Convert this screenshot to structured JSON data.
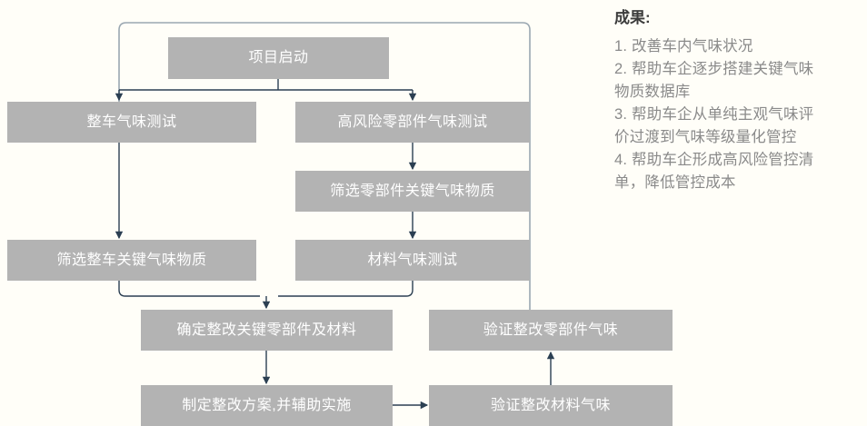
{
  "diagram": {
    "colors": {
      "node_fill": "#b3b3b3",
      "node_text": "#ffffff",
      "connector": "#2b3f52",
      "feedback_connector": "#9aa7b1",
      "background": "#fffef8",
      "results_title": "#3c3c3c",
      "results_text": "#8a8a8a"
    },
    "nodes": {
      "start": "项目启动",
      "vehicle_odor_test": "整车气味测试",
      "high_risk_part_odor_test": "高风险零部件气味测试",
      "screen_part_key_substance": "筛选零部件关键气味物质",
      "screen_vehicle_key_substance": "筛选整车关键气味物质",
      "material_odor_test": "材料气味测试",
      "confirm_rectify_parts_materials": "确定整改关键零部件及材料",
      "verify_rectified_part_odor": "验证整改零部件气味",
      "make_plan_assist_implement": "制定整改方案,并辅助实施",
      "verify_rectified_material_odor": "验证整改材料气味"
    }
  },
  "results": {
    "title": "成果:",
    "items": [
      "1. 改善车内气味状况",
      "2. 帮助车企逐步搭建关键气味",
      "物质数据库",
      "3. 帮助车企从单纯主观气味评",
      "价过渡到气味等级量化管控",
      "4. 帮助车企形成高风险管控清",
      "单，降低管控成本"
    ]
  }
}
